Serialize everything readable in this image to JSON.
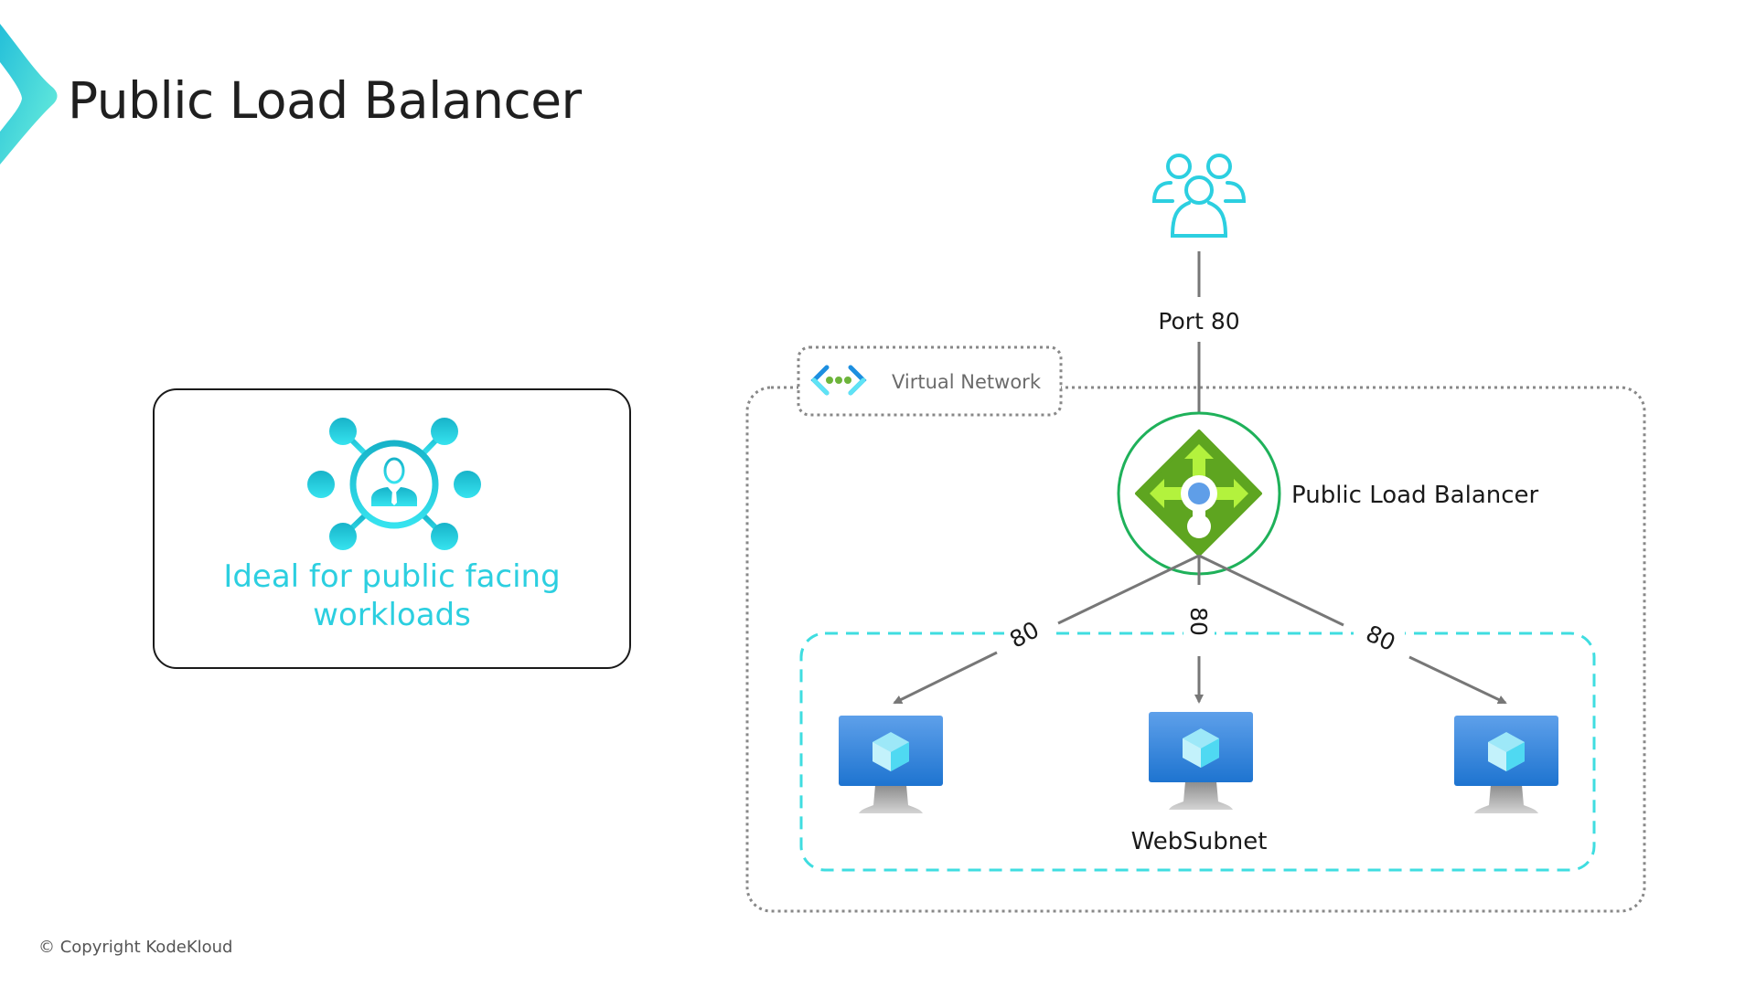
{
  "slide": {
    "title": "Public Load Balancer",
    "copyright": "© Copyright KodeKloud",
    "accent_color": "#2ccfe0"
  },
  "feature_card": {
    "icon": "network-user-icon",
    "text": "Ideal for public facing workloads",
    "text_color": "#2ccfe0"
  },
  "diagram": {
    "users": {
      "icon": "users-icon",
      "color": "#2ccfe0"
    },
    "inbound_port_label": "Port 80",
    "virtual_network": {
      "label": "Virtual Network",
      "icon": "virtual-network-icon"
    },
    "load_balancer": {
      "label": "Public Load Balancer",
      "icon": "load-balancer-icon",
      "ring_color": "#1fb15a"
    },
    "subnet": {
      "label": "WebSubnet",
      "border_color": "#3fdde0"
    },
    "backend_ports": [
      "80",
      "80",
      "80"
    ],
    "vms": [
      {
        "icon": "virtual-machine-icon"
      },
      {
        "icon": "virtual-machine-icon"
      },
      {
        "icon": "virtual-machine-icon"
      }
    ]
  }
}
